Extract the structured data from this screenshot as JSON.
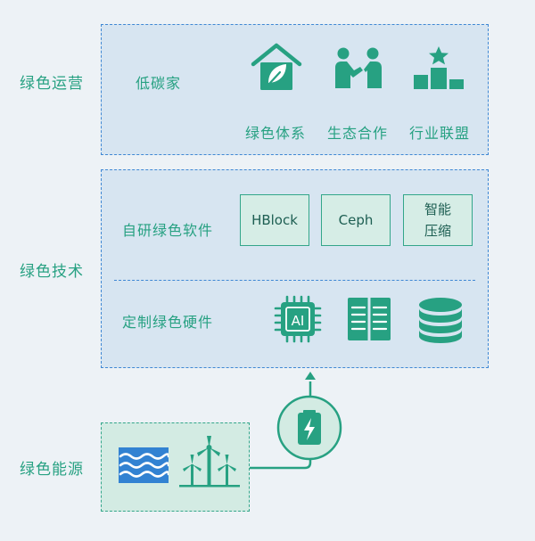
{
  "sections": {
    "operation": {
      "label": "绿色运营",
      "sub_label": "低碳家",
      "items": [
        {
          "label": "绿色体系",
          "icon": "house-leaf-icon"
        },
        {
          "label": "生态合作",
          "icon": "handshake-people-icon"
        },
        {
          "label": "行业联盟",
          "icon": "podium-star-icon"
        }
      ]
    },
    "technology": {
      "label": "绿色技术",
      "software": {
        "label": "自研绿色软件",
        "boxes": [
          {
            "label": "HBlock"
          },
          {
            "label": "Ceph"
          },
          {
            "line1": "智能",
            "line2": "压缩"
          }
        ]
      },
      "hardware": {
        "label": "定制绿色硬件",
        "icons": [
          {
            "name": "ai-chip-icon",
            "text": "AI"
          },
          {
            "name": "server-rack-icon"
          },
          {
            "name": "database-icon"
          }
        ]
      }
    },
    "energy": {
      "label": "绿色能源",
      "icons": [
        "water-wave-icon",
        "wind-turbine-icon",
        "battery-charge-icon"
      ]
    }
  },
  "colors": {
    "teal": "#27a182",
    "blue_border": "#3f88d4",
    "blue_panel": "#d7e5f1",
    "green_panel": "#d3ebe3"
  }
}
